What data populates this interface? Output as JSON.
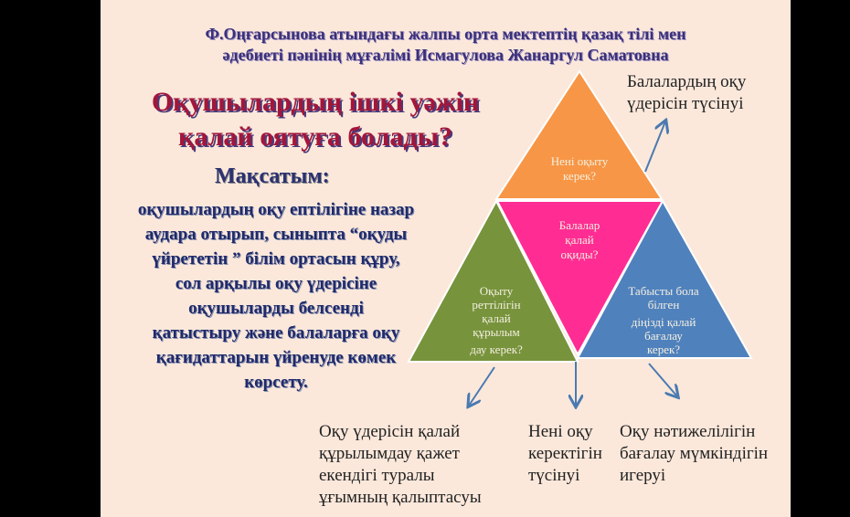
{
  "header": {
    "line1": "Ф.Оңғарсынова  атындағы   жалпы орта мектептің  қазақ  тілі мен",
    "line2": "әдебиеті  пәнінің  мұғалімі Исмагулова Жанаргул Саматовна"
  },
  "title": {
    "line1": "Оқушылардың ішкі  уәжін",
    "line2": "қалай оятуға  болады?"
  },
  "goal": {
    "heading": "Мақсатым:",
    "lines": [
      "оқушылардың оқу ептілігіне назар",
      "аудара отырып, сыныпта “оқуды",
      "үйрететін ” білім ортасын құру,",
      "сол арқылы оқу үдерісіне",
      "оқушыларды белсенді",
      "қатыстыру және балаларға оқу",
      "қағидаттарын үйренуде көмек",
      "көрсету."
    ]
  },
  "triangle": {
    "top": {
      "lines": [
        "Нені оқыту",
        "керек?"
      ],
      "color": "#f79646"
    },
    "center": {
      "lines": [
        "Балалар",
        "қалай",
        "оқиды?"
      ],
      "color": "#ff2d93"
    },
    "left": {
      "lines": [
        "Оқыту",
        "реттілігін",
        "қалай",
        "құрылым",
        "дау керек?"
      ],
      "color": "#77933c"
    },
    "right": {
      "lines": [
        "Табысты бола",
        "білген",
        "діңізді қалай",
        "бағалау",
        "керек?"
      ],
      "color": "#4f81bd"
    }
  },
  "captions": {
    "top_right": [
      "Балалардың оқу",
      "үдерісін түсінуі"
    ],
    "bottom_left": [
      "Оқу үдерісін қалай",
      "құрылымдау қажет",
      "екендігі туралы",
      "ұғымның қалыптасуы"
    ],
    "bottom_mid": [
      "Нені оқу",
      "керектігін",
      "түсінуі"
    ],
    "bottom_right": [
      "Оқу нәтижелілігін",
      "бағалау мүмкіндігін",
      "игеруі"
    ]
  },
  "arrow_color": "#4a7ab0"
}
